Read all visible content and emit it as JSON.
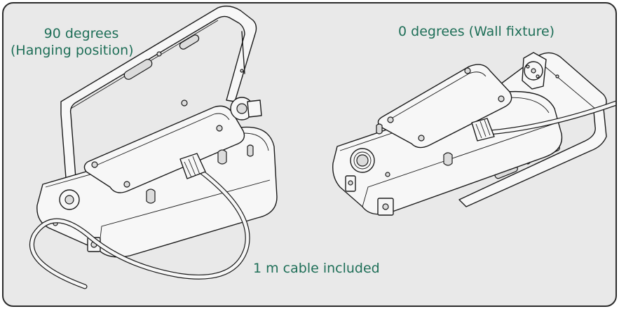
{
  "captions": {
    "hanging_line1": "90 degrees",
    "hanging_line2": "(Hanging position)",
    "wall": "0 degrees (Wall fixture)",
    "cable": "1 m cable included"
  },
  "colors": {
    "caption_text": "#1f6f58",
    "background": "#e9e9e9",
    "line": "#1a1a1a",
    "fixture_fill": "#f4f4f4"
  }
}
